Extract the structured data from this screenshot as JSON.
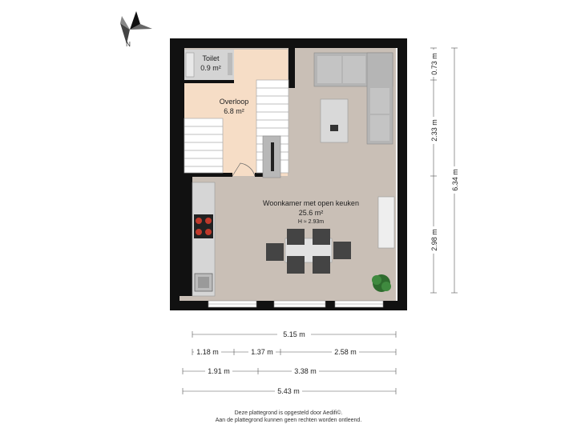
{
  "compass": {
    "north_label": "N"
  },
  "rooms": {
    "toilet": {
      "name": "Toilet",
      "area": "0.9 m²"
    },
    "landing": {
      "name": "Overloop",
      "area": "6.8 m²"
    },
    "living": {
      "name": "Woonkamer met open keuken",
      "area": "25.6 m²",
      "height": "H ≈ 2.93m"
    }
  },
  "dimensions": {
    "bottom": {
      "row1": [
        "5.15 m"
      ],
      "row2": [
        "1.18 m",
        "1.37 m",
        "2.58 m"
      ],
      "row3": [
        "1.91 m",
        "3.38 m"
      ],
      "row4": [
        "5.43 m"
      ]
    },
    "right": {
      "inner": [
        "0.73 m",
        "2.33 m",
        "2.98 m"
      ],
      "outer": [
        "6.34 m"
      ]
    }
  },
  "footer": {
    "line1": "Deze plattegrond is opgesteld door Aedifi©.",
    "line2": "Aan de plattegrond kunnen geen rechten worden ontleend."
  },
  "colors": {
    "wall": "#111111",
    "living_floor": "#c9bfb6",
    "landing_floor": "#f6ddc6",
    "toilet_floor": "#cfcfcf",
    "dimension_line": "#555555"
  }
}
